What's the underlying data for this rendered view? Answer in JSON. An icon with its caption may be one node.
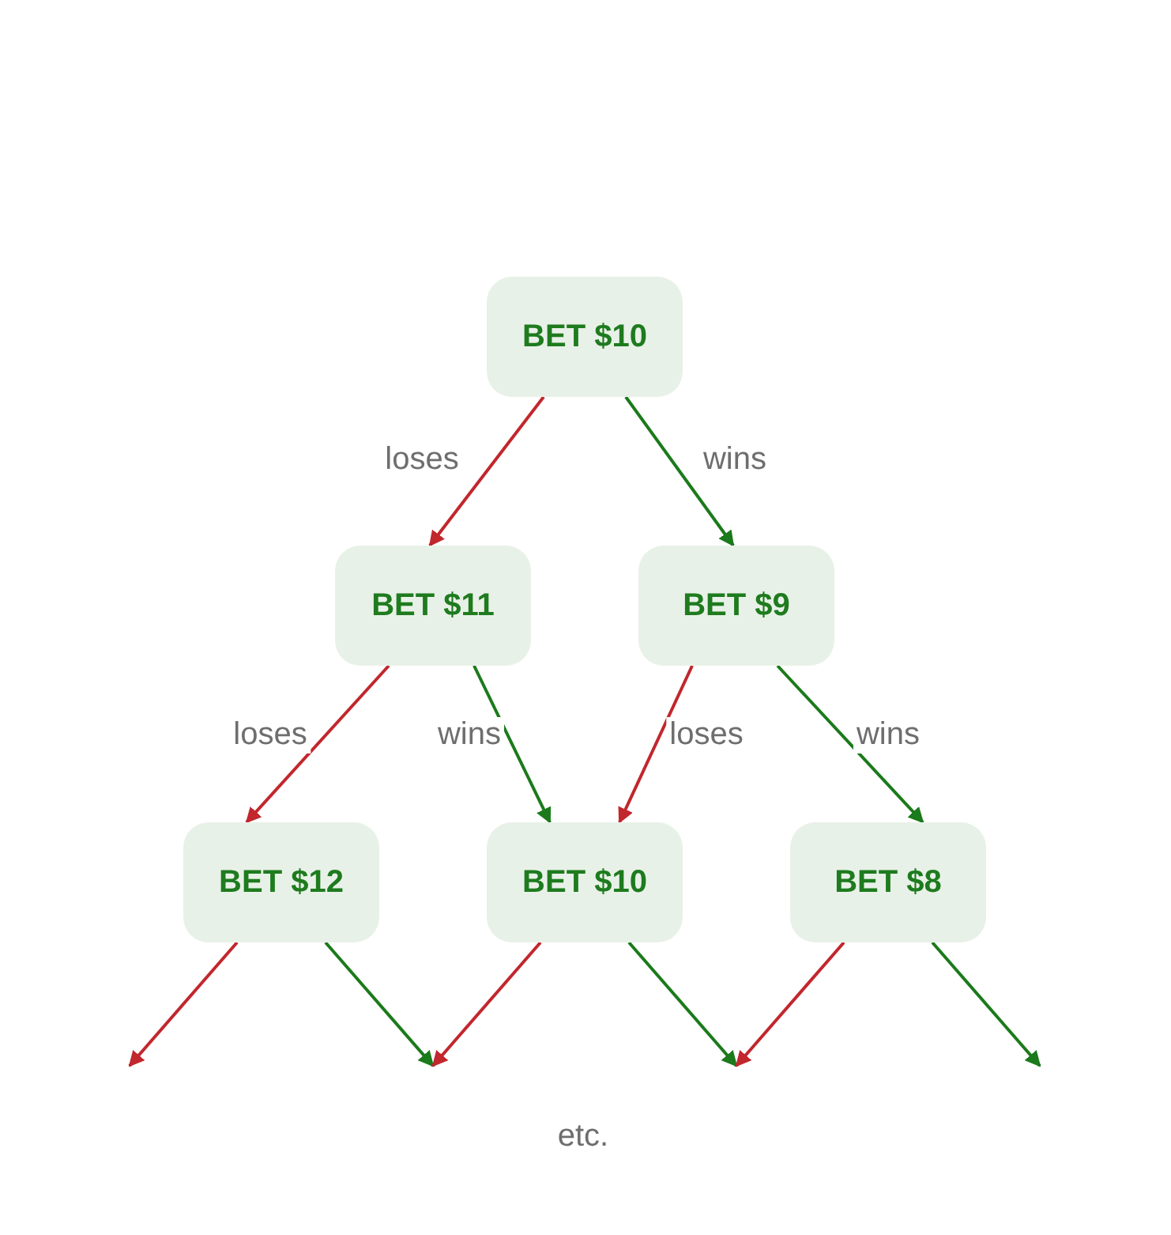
{
  "diagram": {
    "nodes": [
      {
        "text": [
          "BET $10"
        ]
      },
      {
        "text": [
          "BET $11"
        ]
      },
      {
        "text": [
          "BET $9"
        ]
      },
      {
        "text": [
          "BET $12"
        ]
      },
      {
        "text": [
          "BET $10"
        ]
      },
      {
        "text": [
          "BET $8"
        ]
      }
    ],
    "edges": [
      {
        "from": 0,
        "to": 1,
        "arrow": "to",
        "label": "loses",
        "color": "#c1272d"
      },
      {
        "from": 0,
        "to": 2,
        "arrow": "to",
        "label": "wins",
        "color": "#1b7a1b"
      },
      {
        "from": 1,
        "to": 3,
        "arrow": "to",
        "label": "loses",
        "color": "#c1272d"
      },
      {
        "from": 1,
        "to": 4,
        "arrow": "to",
        "label": "wins",
        "color": "#1b7a1b"
      },
      {
        "from": 2,
        "to": 4,
        "arrow": "to",
        "label": "loses",
        "color": "#c1272d"
      },
      {
        "from": 2,
        "to": 5,
        "arrow": "to",
        "label": "wins",
        "color": "#1b7a1b"
      },
      {
        "from": 3,
        "to": null,
        "arrow": "to",
        "color": "#c1272d"
      },
      {
        "from": 3,
        "to": null,
        "arrow": "to",
        "color": "#1b7a1b"
      },
      {
        "from": 4,
        "to": null,
        "arrow": "to",
        "color": "#c1272d"
      },
      {
        "from": 4,
        "to": null,
        "arrow": "to",
        "color": "#1b7a1b"
      },
      {
        "from": 5,
        "to": null,
        "arrow": "to",
        "color": "#c1272d"
      },
      {
        "from": 5,
        "to": null,
        "arrow": "to",
        "color": "#1b7a1b"
      }
    ],
    "labels": [
      "etc."
    ]
  }
}
